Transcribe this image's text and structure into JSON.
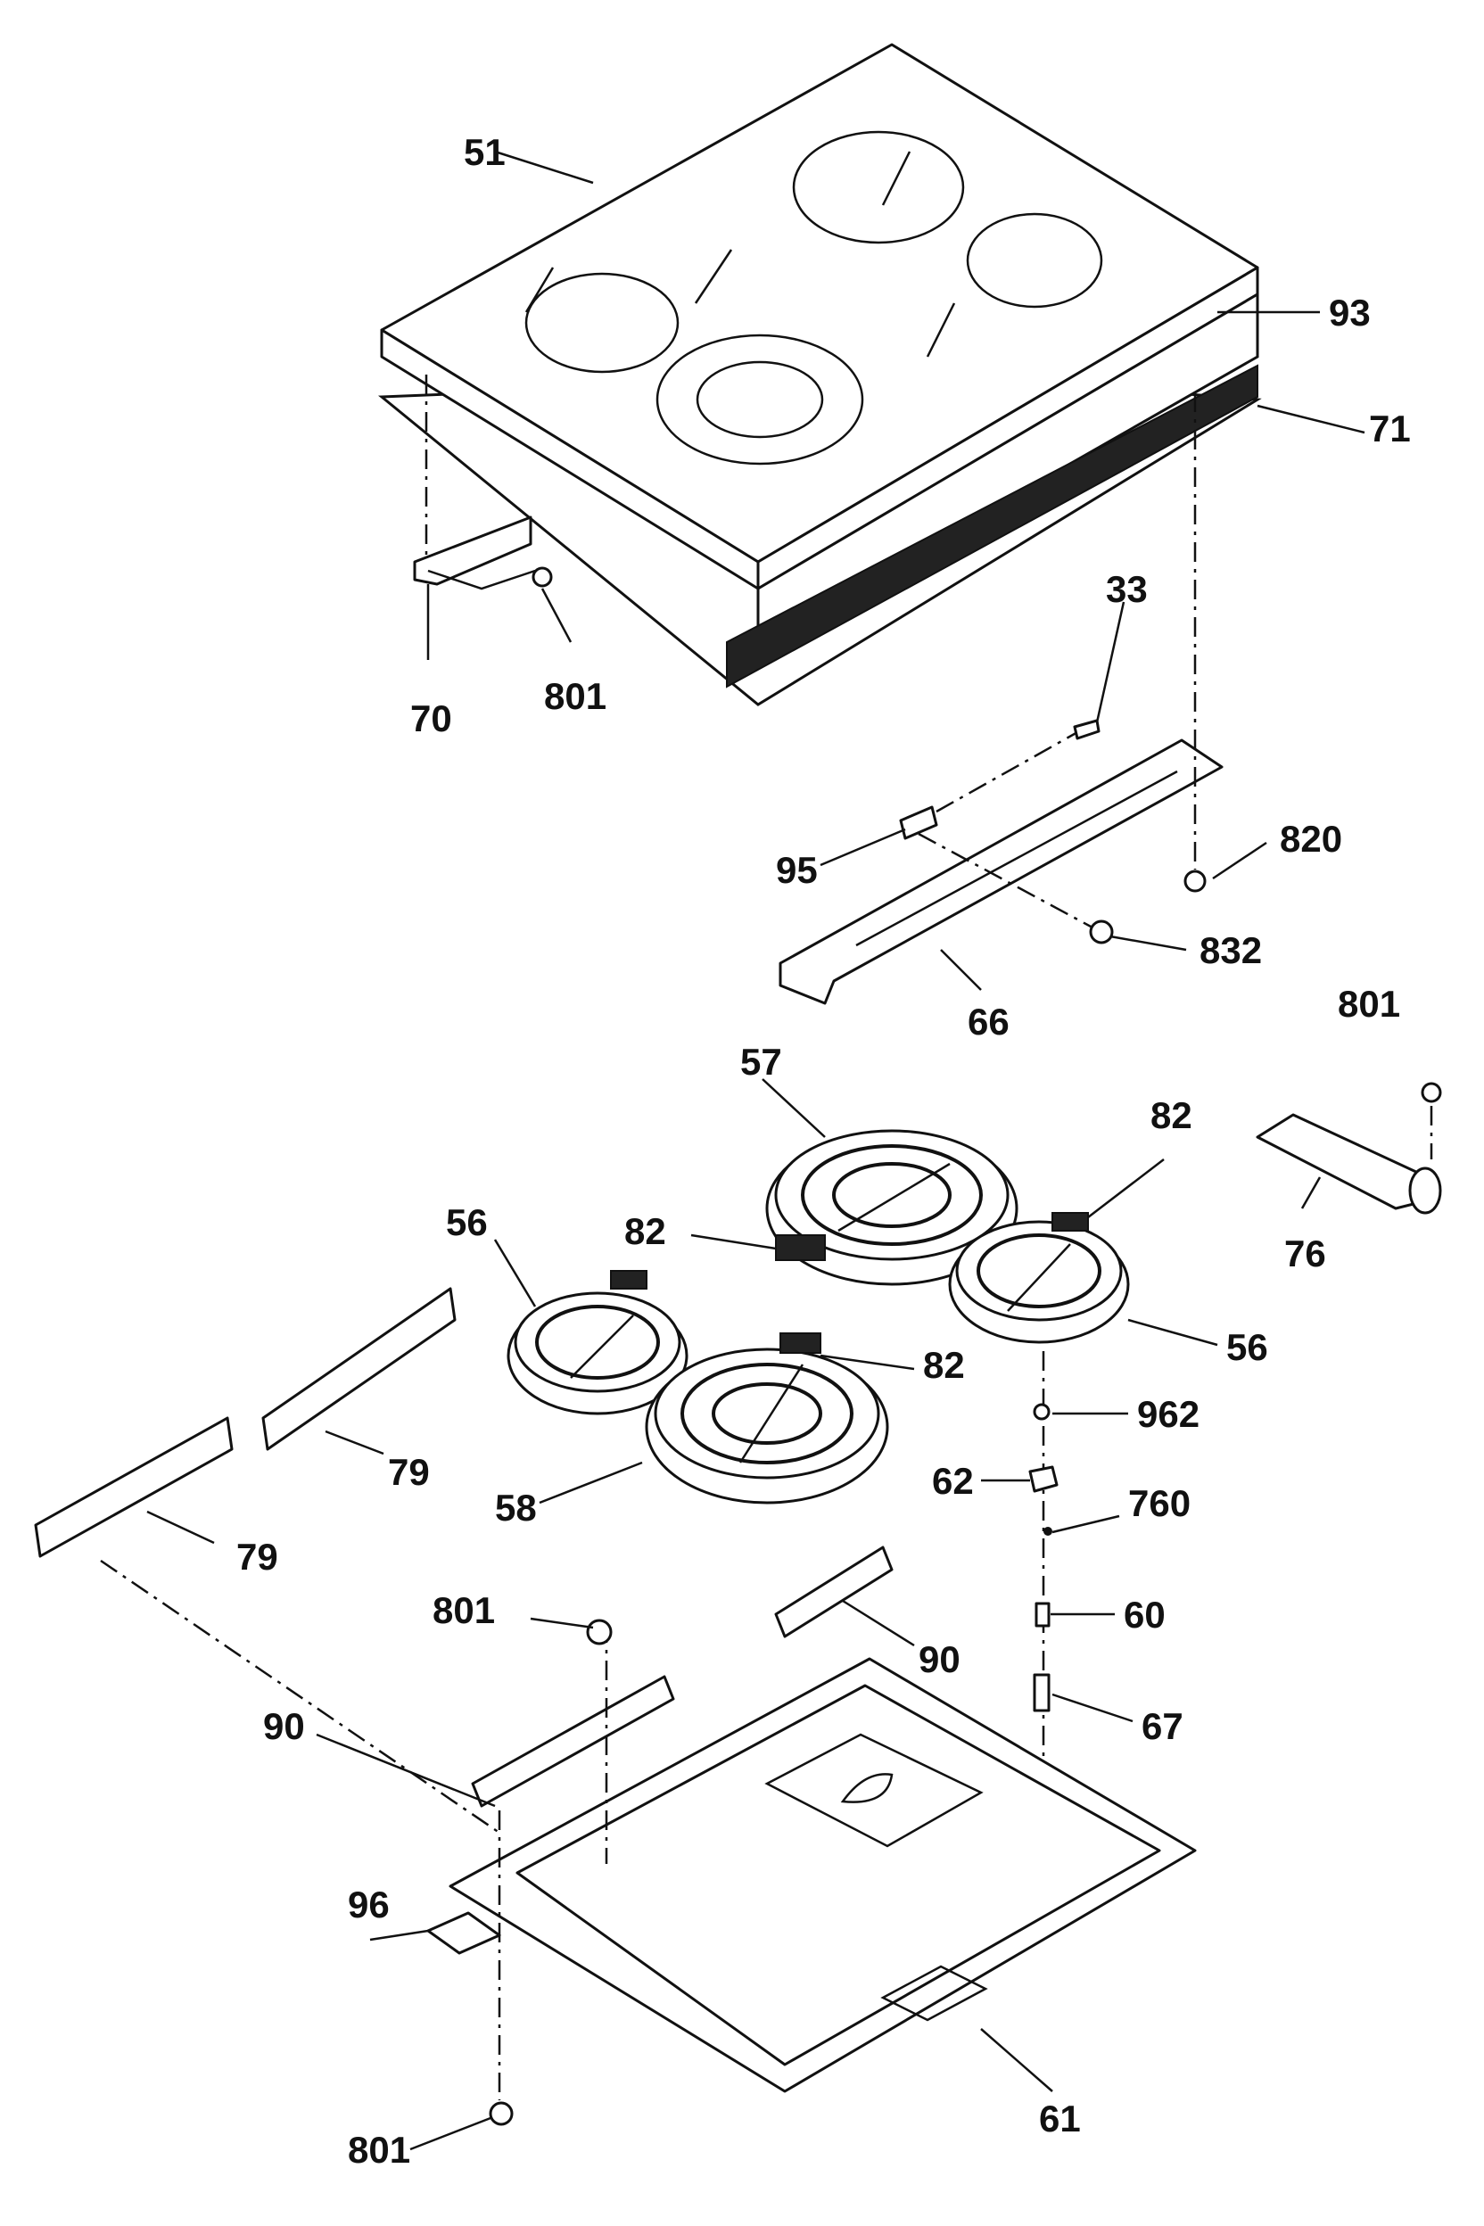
{
  "labels": {
    "l51": "51",
    "l93": "93",
    "l71": "71",
    "l70": "70",
    "l801a": "801",
    "l33": "33",
    "l820": "820",
    "l95": "95",
    "l832": "832",
    "l66": "66",
    "l801b": "801",
    "l57": "57",
    "l82a": "82",
    "l82b": "82",
    "l76": "76",
    "l56a": "56",
    "l82c": "82",
    "l56b": "56",
    "l962": "962",
    "l79a": "79",
    "l58": "58",
    "l62": "62",
    "l760": "760",
    "l79b": "79",
    "l801c": "801",
    "l60": "60",
    "l90a": "90",
    "l67": "67",
    "l90b": "90",
    "l96": "96",
    "l61": "61",
    "l801d": "801"
  }
}
